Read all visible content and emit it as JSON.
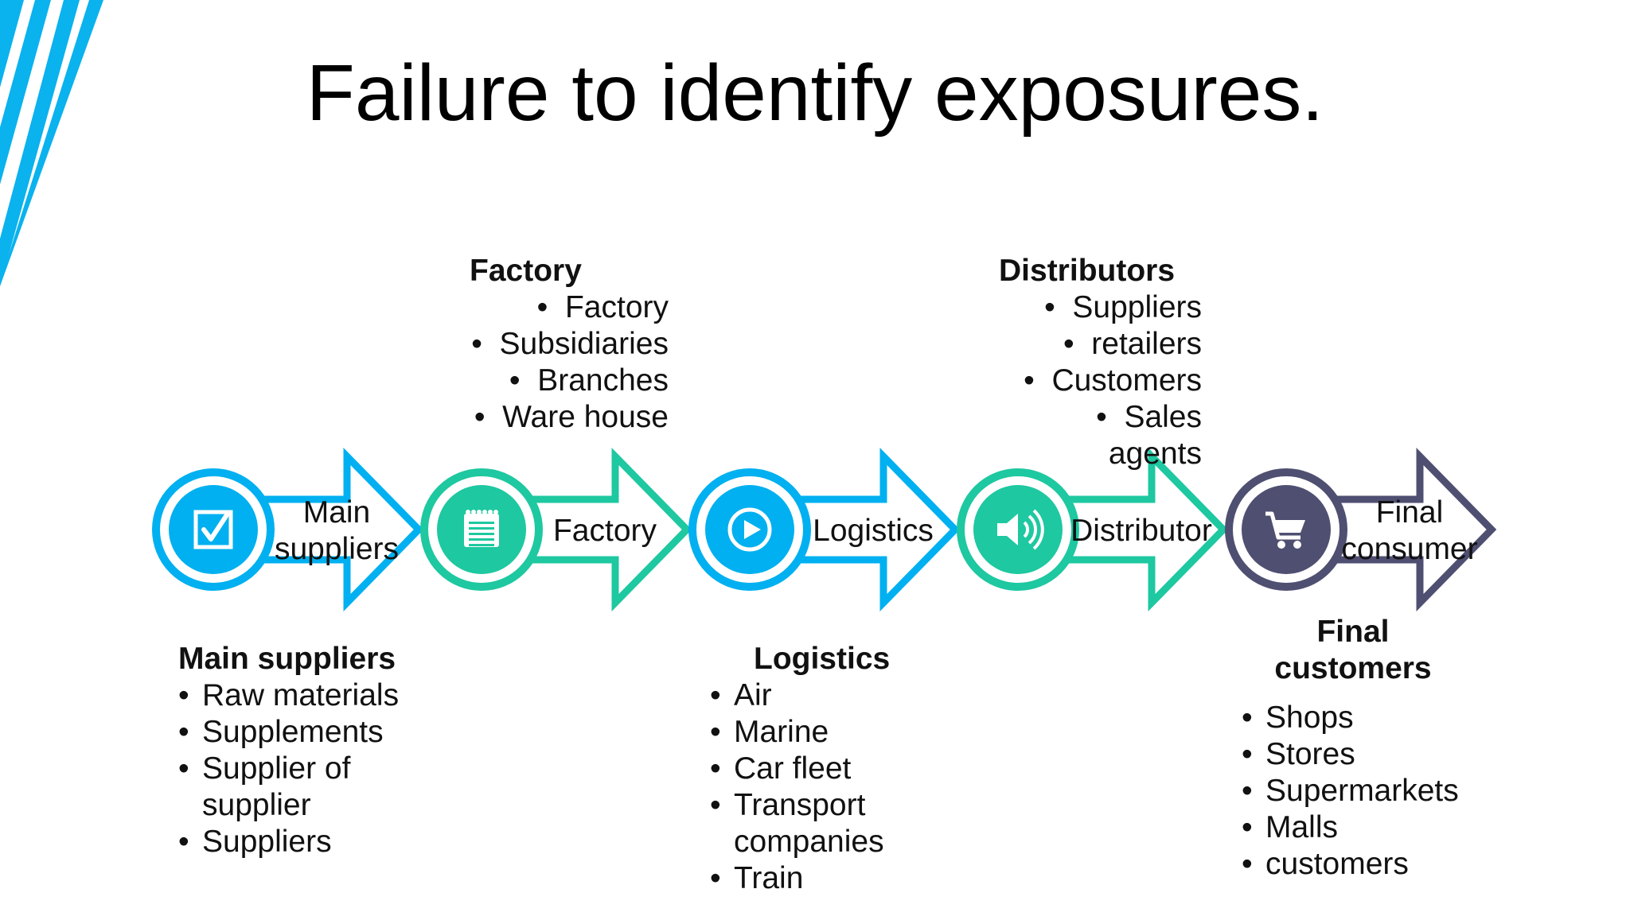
{
  "title": "Failure to identify exposures.",
  "colors": {
    "blue": "#00b0f0",
    "teal": "#1ec8a0",
    "navy": "#4f4f72",
    "stripes": "#0ab2ee",
    "text": "#111111"
  },
  "stages": [
    {
      "label_lines": [
        "Main",
        "suppliers"
      ],
      "icon": "checkbox-icon",
      "color": "blue"
    },
    {
      "label_lines": [
        "Factory"
      ],
      "icon": "notepad-icon",
      "color": "teal"
    },
    {
      "label_lines": [
        "Logistics"
      ],
      "icon": "play-icon",
      "color": "blue"
    },
    {
      "label_lines": [
        "Distributor"
      ],
      "icon": "speaker-icon",
      "color": "teal"
    },
    {
      "label_lines": [
        "Final",
        "consumer"
      ],
      "icon": "shopping-cart-icon",
      "color": "navy"
    }
  ],
  "groups": {
    "factory": {
      "title": "Factory",
      "items": [
        "Factory",
        "Subsidiaries",
        "Branches",
        "Ware house"
      ]
    },
    "distributors": {
      "title": "Distributors",
      "items": [
        "Suppliers",
        "retailers",
        "Customers",
        "Sales agents"
      ]
    },
    "main_suppliers": {
      "title": "Main suppliers",
      "items": [
        "Raw materials",
        "Supplements",
        "Supplier of supplier",
        "Suppliers"
      ]
    },
    "logistics": {
      "title": "Logistics",
      "items": [
        "Air",
        "Marine",
        "Car fleet",
        "Transport companies",
        "Train"
      ]
    },
    "final_customers": {
      "title_lines": [
        "Final",
        "customers"
      ],
      "items": [
        "Shops",
        "Stores",
        "Supermarkets",
        "Malls",
        "customers"
      ]
    }
  }
}
